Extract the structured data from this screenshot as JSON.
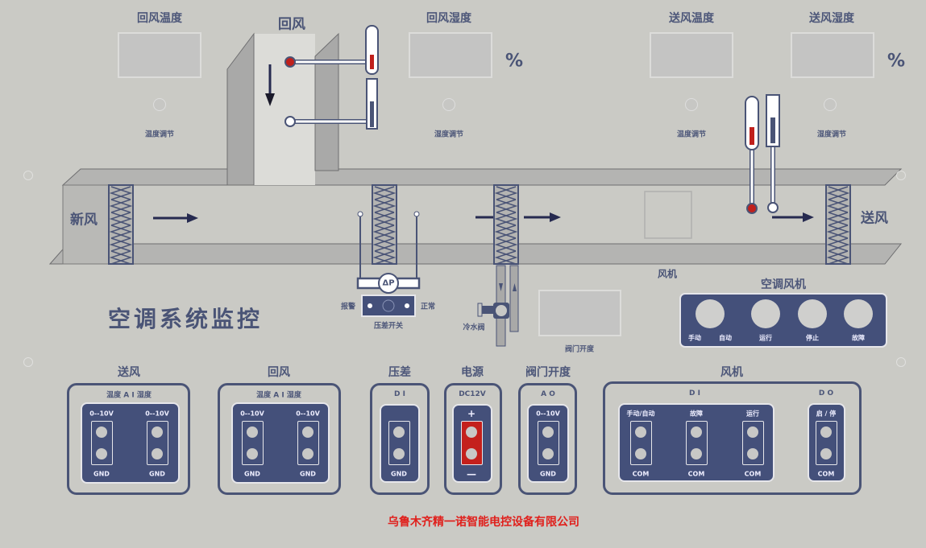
{
  "title": "空调系统监控",
  "company": "乌鲁木齐精一诺智能电控设备有限公司",
  "top_displays": [
    {
      "label": "回风温度",
      "knob_label": "温度调节",
      "unit": ""
    },
    {
      "label": "回风湿度",
      "knob_label": "湿度调节",
      "unit": "%"
    },
    {
      "label": "送风温度",
      "knob_label": "温度调节",
      "unit": ""
    },
    {
      "label": "送风湿度",
      "knob_label": "湿度调节",
      "unit": "%"
    }
  ],
  "duct": {
    "return_air": "回风",
    "fresh_air": "新风",
    "supply_air": "送风",
    "fan": "风机",
    "dp_symbol": "ΔP",
    "dp_alarm": "报警",
    "dp_normal": "正常",
    "dp_switch": "压差开关",
    "chilled_valve": "冷水阀",
    "valve_opening": "阀门开度"
  },
  "fan_panel": {
    "title": "空调风机",
    "labels": [
      "手动",
      "自动",
      "运行",
      "停止",
      "故障"
    ]
  },
  "modules": [
    {
      "title": "送风",
      "header": "温度   A I   湿度",
      "terminals": [
        {
          "top": "0--10V",
          "bottom": "GND"
        },
        {
          "top": "0--10V",
          "bottom": "GND"
        }
      ]
    },
    {
      "title": "回风",
      "header": "温度   A I   湿度",
      "terminals": [
        {
          "top": "0--10V",
          "bottom": "GND"
        },
        {
          "top": "0--10V",
          "bottom": "GND"
        }
      ]
    },
    {
      "title": "压差",
      "header": "D I",
      "terminals": [
        {
          "top": "",
          "bottom": "GND"
        }
      ]
    },
    {
      "title": "电源",
      "header": "DC12V",
      "terminals": [
        {
          "top": "+",
          "bottom": "—"
        }
      ]
    },
    {
      "title": "阀门开度",
      "header": "A O",
      "terminals": [
        {
          "top": "0--10V",
          "bottom": "GND"
        }
      ]
    },
    {
      "title": "风机",
      "header_di": "D I",
      "header_do": "D O",
      "terminals": [
        {
          "top": "手动/自动",
          "bottom": "COM"
        },
        {
          "top": "故障",
          "bottom": "COM"
        },
        {
          "top": "运行",
          "bottom": "COM"
        },
        {
          "top": "启 / 停",
          "bottom": "COM"
        }
      ]
    }
  ],
  "colors": {
    "navy": "#44507a",
    "red": "#c4201c",
    "company": "#e0201c",
    "bg": "#cacac5"
  }
}
